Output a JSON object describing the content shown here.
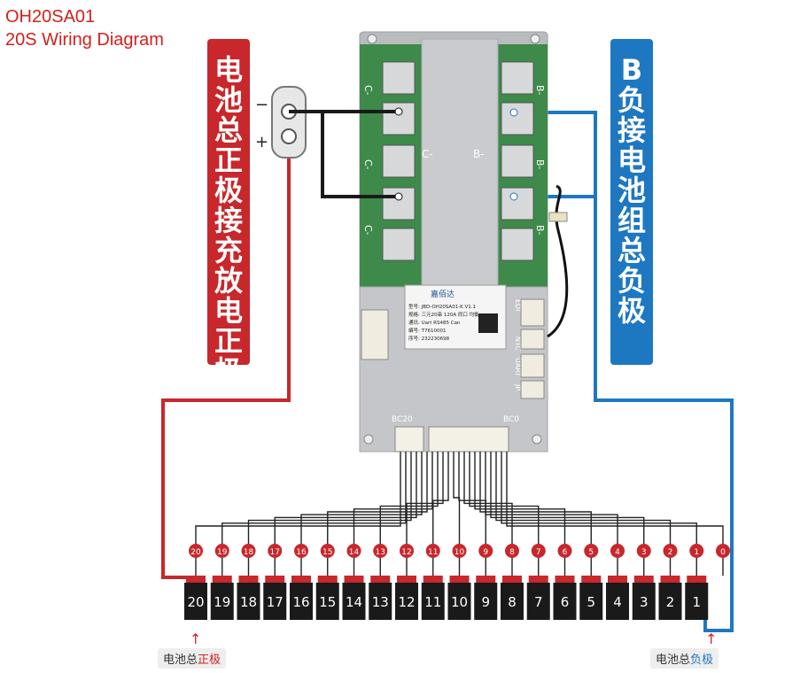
{
  "title": {
    "line1": "OH20SA01",
    "line2": "20S Wiring Diagram"
  },
  "positive_banner": [
    "电",
    "池",
    "总",
    "正",
    "极",
    "接",
    "充",
    "放",
    "电",
    "正",
    "极"
  ],
  "negative_banner": [
    "B",
    "负",
    "接",
    "电",
    "池",
    "组",
    "总",
    "负",
    "极"
  ],
  "connector_signs": {
    "minus": "−",
    "plus": "+"
  },
  "board": {
    "c_minus": "C-",
    "b_minus": "B-",
    "edge_c": [
      "C-",
      "C-",
      "C-"
    ],
    "edge_b": [
      "B-",
      "B-",
      "B-"
    ],
    "bc20": "BC20",
    "bc0": "BC0",
    "port_ntc": "NTC",
    "port_edi": "EDI",
    "port_uart": "UART",
    "port_jp": "JP",
    "label": {
      "brand": "嘉佰达",
      "lines": [
        "型号: JBD-OH20SA01-K V1.1",
        "规格: 三元20串 120A 同口 均衡",
        "通讯: Uart RS485 Can",
        "编号: T7610001",
        "序号: 232230698"
      ]
    }
  },
  "balance_numbers": [
    "20",
    "19",
    "18",
    "17",
    "16",
    "15",
    "14",
    "13",
    "12",
    "11",
    "10",
    "9",
    "8",
    "7",
    "6",
    "5",
    "4",
    "3",
    "2",
    "1",
    "0"
  ],
  "cells": [
    "20",
    "19",
    "18",
    "17",
    "16",
    "15",
    "14",
    "13",
    "12",
    "11",
    "10",
    "9",
    "8",
    "7",
    "6",
    "5",
    "4",
    "3",
    "2",
    "1"
  ],
  "bottom_labels": {
    "positive_prefix": "电池总",
    "positive_highlight": "正极",
    "negative_prefix": "电池总",
    "negative_highlight": "负极",
    "arrow": "↑"
  },
  "colors": {
    "red": "#c8272b",
    "blue": "#1e77c1",
    "board_green": "#3d8a4a",
    "board_metal": "#c4c6c9"
  }
}
